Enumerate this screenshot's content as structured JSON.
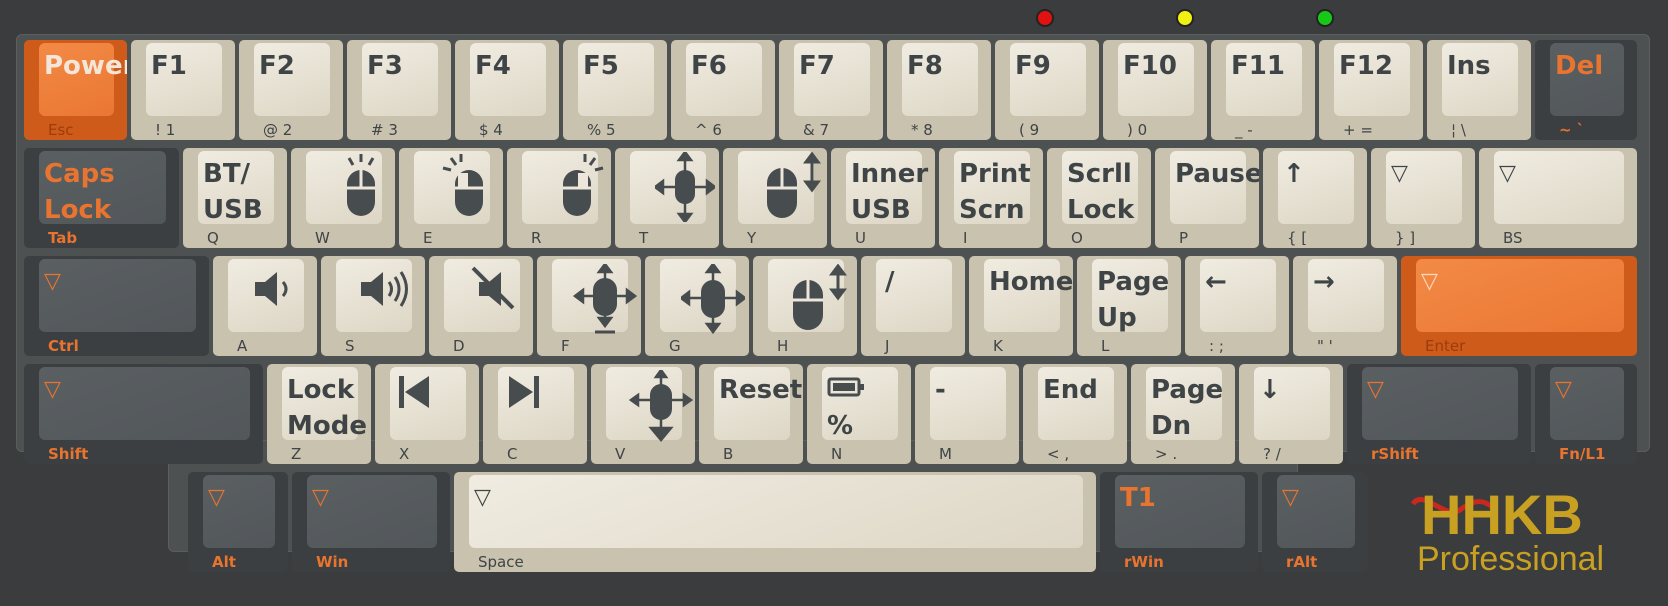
{
  "leds": [
    {
      "name": "red",
      "color": "#e01212"
    },
    {
      "name": "yellow",
      "color": "#f2ef12"
    },
    {
      "name": "green",
      "color": "#18c818"
    }
  ],
  "keys": {
    "power": {
      "legend": "Power",
      "sub": "Esc"
    },
    "f1": {
      "legend": "F1",
      "sub": "! 1"
    },
    "f2": {
      "legend": "F2",
      "sub": "@ 2"
    },
    "f3": {
      "legend": "F3",
      "sub": "# 3"
    },
    "f4": {
      "legend": "F4",
      "sub": "$ 4"
    },
    "f5": {
      "legend": "F5",
      "sub": "% 5"
    },
    "f6": {
      "legend": "F6",
      "sub": "^ 6"
    },
    "f7": {
      "legend": "F7",
      "sub": "& 7"
    },
    "f8": {
      "legend": "F8",
      "sub": "* 8"
    },
    "f9": {
      "legend": "F9",
      "sub": "( 9"
    },
    "f10": {
      "legend": "F10",
      "sub": ") 0"
    },
    "f11": {
      "legend": "F11",
      "sub": "_ -"
    },
    "f12": {
      "legend": "F12",
      "sub": "+ ="
    },
    "ins": {
      "legend": "Ins",
      "sub": "¦ \\"
    },
    "del": {
      "legend": "Del",
      "sub": "~ `"
    },
    "caps": {
      "legend": "Caps\nLock",
      "sub": "Tab"
    },
    "bt": {
      "legend": "BT/\nUSB",
      "sub": "Q"
    },
    "w": {
      "legend": "",
      "sub": "W",
      "icon": "mouse-click-icon"
    },
    "e": {
      "legend": "",
      "sub": "E",
      "icon": "mouse-left-click-icon"
    },
    "r": {
      "legend": "",
      "sub": "R",
      "icon": "mouse-right-click-icon"
    },
    "t": {
      "legend": "",
      "sub": "T",
      "icon": "mouse-move-icon"
    },
    "y": {
      "legend": "",
      "sub": "Y",
      "icon": "mouse-scroll-icon"
    },
    "u": {
      "legend": "Inner\nUSB",
      "sub": "U"
    },
    "i": {
      "legend": "Print\nScrn",
      "sub": "I"
    },
    "o": {
      "legend": "Scrll\nLock",
      "sub": "O"
    },
    "p": {
      "legend": "Pause",
      "sub": "P"
    },
    "lbracket": {
      "legend": "↑",
      "sub": "{ ["
    },
    "rbracket": {
      "legend": "▽",
      "sub": "} ]"
    },
    "bs": {
      "legend": "▽",
      "sub": "BS"
    },
    "ctrl": {
      "legend": "▽",
      "sub": "Ctrl"
    },
    "a": {
      "legend": "",
      "sub": "A",
      "icon": "volume-down-icon"
    },
    "s": {
      "legend": "",
      "sub": "S",
      "icon": "volume-up-icon"
    },
    "d": {
      "legend": "",
      "sub": "D",
      "icon": "mute-icon"
    },
    "f": {
      "legend": "",
      "sub": "F",
      "icon": "mouse-move-slow-icon"
    },
    "g": {
      "legend": "",
      "sub": "G",
      "icon": "mouse-move-fast-icon"
    },
    "h": {
      "legend": "",
      "sub": "H",
      "icon": "mouse-scroll-alt-icon"
    },
    "j": {
      "legend": "/",
      "sub": "J"
    },
    "k": {
      "legend": "Home",
      "sub": "K"
    },
    "l": {
      "legend": "Page\nUp",
      "sub": "L"
    },
    "semicolon": {
      "legend": "←",
      "sub": ": ;"
    },
    "quote": {
      "legend": "→",
      "sub": "\" '"
    },
    "enter": {
      "legend": "▽",
      "sub": "Enter"
    },
    "shift": {
      "legend": "▽",
      "sub": "Shift"
    },
    "z": {
      "legend": "Lock\nMode",
      "sub": "Z"
    },
    "x": {
      "legend": "",
      "sub": "X",
      "icon": "previous-track-icon"
    },
    "c": {
      "legend": "",
      "sub": "C",
      "icon": "next-track-icon"
    },
    "v": {
      "legend": "",
      "sub": "V",
      "icon": "mouse-down-icon"
    },
    "b": {
      "legend": "Reset",
      "sub": "B"
    },
    "n": {
      "legend": "%",
      "sub": "N",
      "icon": "battery-icon"
    },
    "m": {
      "legend": "-",
      "sub": "M"
    },
    "comma": {
      "legend": "End",
      "sub": "< ,"
    },
    "period": {
      "legend": "Page\nDn",
      "sub": "> ."
    },
    "slash": {
      "legend": "↓",
      "sub": "? /"
    },
    "rshift": {
      "legend": "▽",
      "sub": "rShift"
    },
    "fn": {
      "legend": "▽",
      "sub": "Fn/L1"
    },
    "alt": {
      "legend": "▽",
      "sub": "Alt"
    },
    "win": {
      "legend": "▽",
      "sub": "Win"
    },
    "space": {
      "legend": "▽",
      "sub": "Space"
    },
    "rwin": {
      "legend": "T1",
      "sub": "rWin"
    },
    "ralt": {
      "legend": "▽",
      "sub": "rAlt"
    }
  },
  "logo": {
    "brand": "HHKB",
    "tagline": "Professional",
    "color": "#c8a022",
    "accent": "#c8281e"
  }
}
